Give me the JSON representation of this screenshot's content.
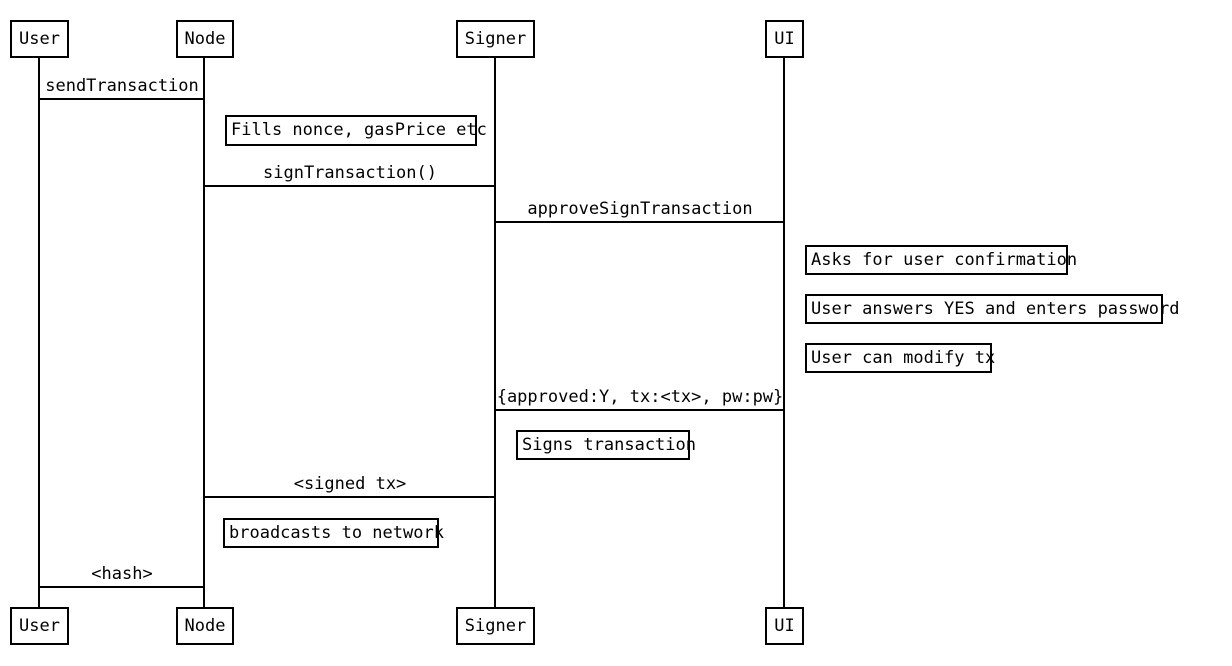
{
  "diagram": {
    "kind": "sequence-diagram",
    "colors": {
      "background": "#ffffff",
      "line": "#000000",
      "text": "#000000"
    },
    "actors": [
      {
        "name": "User"
      },
      {
        "name": "Node"
      },
      {
        "name": "Signer"
      },
      {
        "name": "UI"
      }
    ],
    "messages": [
      {
        "from": "User",
        "to": "Node",
        "label": "sendTransaction"
      },
      {
        "from": "Node",
        "to": "Signer",
        "label": "signTransaction()"
      },
      {
        "from": "Signer",
        "to": "UI",
        "label": "approveSignTransaction"
      },
      {
        "from": "UI",
        "to": "Signer",
        "label": "{approved:Y, tx:<tx>, pw:pw}"
      },
      {
        "from": "Signer",
        "to": "Node",
        "label": "<signed tx>"
      },
      {
        "from": "Node",
        "to": "User",
        "label": "<hash>"
      }
    ],
    "notes": [
      {
        "actor": "Node",
        "text": "Fills nonce, gasPrice etc"
      },
      {
        "actor": "UI",
        "text": "Asks for user confirmation"
      },
      {
        "actor": "UI",
        "text": "User answers YES and enters password"
      },
      {
        "actor": "UI",
        "text": "User can modify tx"
      },
      {
        "actor": "Signer",
        "text": "Signs transaction"
      },
      {
        "actor": "Node",
        "text": "broadcasts to network"
      }
    ]
  }
}
